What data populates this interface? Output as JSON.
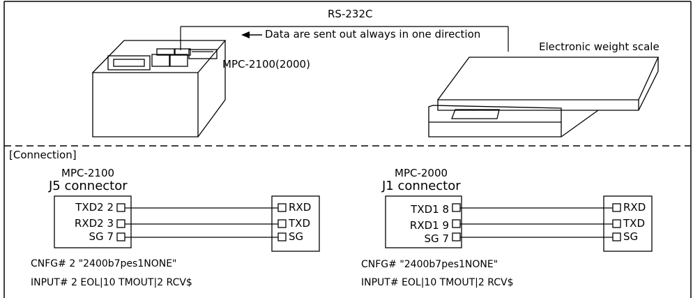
{
  "top": {
    "link_label": "RS-232C",
    "direction_note": "Data are sent out always in one direction",
    "device_left_label": "MPC-2100(2000)",
    "device_right_label": "Electronic weight scale"
  },
  "connection": {
    "section_label": "[Connection]",
    "left": {
      "model": "MPC-2100",
      "connector": "J5 connector",
      "pins": [
        {
          "label": "TXD2 2"
        },
        {
          "label": "RXD2 3"
        },
        {
          "label": "SG 7"
        }
      ],
      "scale_pins": [
        {
          "label": "RXD"
        },
        {
          "label": "TXD"
        },
        {
          "label": "SG"
        }
      ],
      "code": [
        "CNFG# 2 \"2400b7pes1NONE\"",
        "INPUT# 2 EOL|10 TMOUT|2 RCV$"
      ]
    },
    "right": {
      "model": "MPC-2000",
      "connector": "J1 connector",
      "pins": [
        {
          "label": "TXD1 8"
        },
        {
          "label": "RXD1 9"
        },
        {
          "label": "SG 7"
        }
      ],
      "scale_pins": [
        {
          "label": "RXD"
        },
        {
          "label": "TXD"
        },
        {
          "label": "SG"
        }
      ],
      "code": [
        "CNFG# \"2400b7pes1NONE\"",
        "INPUT# EOL|10 TMOUT|2 RCV$"
      ]
    }
  }
}
